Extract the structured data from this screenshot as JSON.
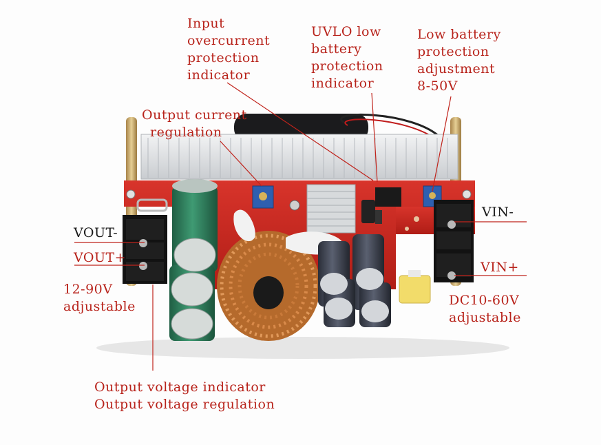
{
  "labels": {
    "input_overcurrent": [
      "Input",
      "overcurrent",
      "protection",
      "indicator"
    ],
    "uvlo": [
      "UVLO low",
      "battery",
      "protection",
      "indicator"
    ],
    "low_battery_adj": [
      "Low battery",
      "protection",
      "adjustment",
      "8-50V"
    ],
    "output_current": [
      "Output current",
      "regulation"
    ],
    "vout_minus": "VOUT-",
    "vout_plus": "VOUT+",
    "vout_range": [
      "12-90V",
      "adjustable"
    ],
    "vin_minus": "VIN-",
    "vin_plus": "VIN+",
    "vin_range": [
      "DC10-60V",
      "adjustable"
    ],
    "output_voltage": [
      "Output voltage indicator",
      "Output voltage regulation"
    ]
  },
  "colors": {
    "label_red": "#b8231b",
    "label_dark": "#1a1a1a",
    "pcb_red": "#c8241c",
    "heatsink": "#dfe1e3",
    "brass": "#c9a86a",
    "capacitor_green": "#2f7a5a",
    "copper": "#c5793a",
    "fuse_yellow": "#f2dc6a",
    "trimmer_blue": "#2e5fb0"
  }
}
